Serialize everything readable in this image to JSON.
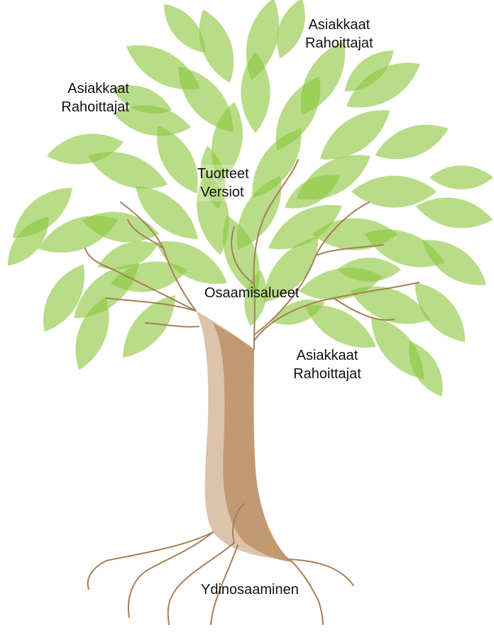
{
  "labels": {
    "top_right": [
      "Asiakkaat",
      "Rahoittajat"
    ],
    "top_left": [
      "Asiakkaat",
      "Rahoittajat"
    ],
    "center": [
      "Tuotteet",
      "Versiot"
    ],
    "trunk_top": "Osaamisalueet",
    "lower_right": [
      "Asiakkaat",
      "Rahoittajat"
    ],
    "roots": "Ydinosaaminen"
  },
  "colors": {
    "leaf": "#8cc63f",
    "trunk_dark": "#c19a74",
    "trunk_light": "#dcc3ac",
    "branch": "#a87e55",
    "text": "#111111"
  }
}
